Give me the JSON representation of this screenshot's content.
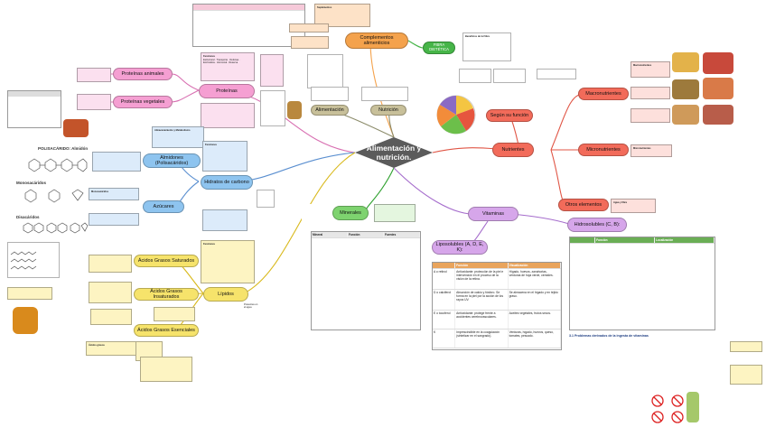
{
  "center": {
    "title": "Alimentación y nutrición."
  },
  "branches": {
    "proteinas": "Proteínas",
    "proteinas_animales": "Proteínas animales",
    "proteinas_vegetales": "Proteínas vegetales",
    "almidones": "Almidones (Polisacáridos)",
    "azucares": "Azúcares",
    "hidratos": "Hidratos de carbono",
    "lipidos": "Lípidos",
    "ag_saturados": "Ácidos Grasos Saturados",
    "ag_insaturados": "Ácidos Grasos Insaturados",
    "ag_esenciales": "Ácidos Grasos Esenciales",
    "complementos": "Complementos alimenticios",
    "fibra": "FIBRA DIETÉTICA",
    "alimentacion": "Alimentación",
    "nutricion": "Nutrición",
    "segun_funcion": "Según su función",
    "nutrientes": "Nutrientes",
    "macronutrientes": "Macronutrientes",
    "micronutrientes": "Micronutrientes",
    "otros": "Otros elementos",
    "minerales": "Minerales",
    "vitaminas": "Vitaminas",
    "liposolubles": "Liposolubles (A, D, E, K):",
    "hidrosolubles": "Hidrosolubles (C, B):"
  },
  "side_labels": {
    "polisacarido": "POLISACÁRIDO: Almidón",
    "monosacaridos": "Monosacáridos",
    "disacaridos": "Disacáridos",
    "lipidos_note": "Presentes en el agua"
  },
  "notes": {
    "proteinas_note_title": "Funciones",
    "proteinas_note": "Estructural · Transporte · Defensa · Enzimática · Hormonal · Reserva",
    "almidones_note_title": "Almacenamiento y Metabolismo",
    "azucares_note_title": "Monosacáridos",
    "hidratos_note_title": "Funciones",
    "complementos_note_title": "Suplementos",
    "fibra_note_title": "Beneficios de la Fibra",
    "lipidos_note_title": "Funciones",
    "ag_note_title": "Ácidos grasos",
    "macro_note_title": "Macronutrientes",
    "micro_note_title": "Micronutrientes",
    "otros_note_title": "Agua y fibra"
  },
  "minerals_table": {
    "headers": [
      "Mineral",
      "Función",
      "Fuentes"
    ]
  },
  "vit_lipo_table": {
    "headers": [
      "",
      "Función",
      "Visualización"
    ],
    "rows": [
      [
        "A o retinol",
        "Antioxidante: protección de la piel e intervención en el proceso de la visión de la retina.",
        "Hígado, huevos, zanahorias, verduras de hoja verde, cereales."
      ],
      [
        "D o calciferol",
        "Absorción de calcio y fósforo. Se forma en la piel por la acción de los rayos UV.",
        "Se almacena en el hígado y en tejido graso."
      ],
      [
        "E o tocoferol",
        "Antioxidante: protege frente a accidentes cerebrovasculares.",
        "Aceites vegetales, frutos secos."
      ],
      [
        "K",
        "Imprescindible en la coagulación (sintetizar en el sangrado).",
        "Verduras, hígado, huevos, queso, tomates, pescado."
      ]
    ]
  },
  "vit_hidro_table": {
    "headers": [
      "",
      "Función",
      "Localización"
    ]
  },
  "bottom": {
    "heading": "3.1 Problemas derivados de la ingesta de vitaminas"
  },
  "colors": {
    "center": "#5b5b5b",
    "pink": "#f59fd2",
    "yellow": "#f6e36b",
    "blue": "#8ec4ef",
    "red": "#f26b5a",
    "orange": "#f4a24c",
    "violet": "#d6a6ea",
    "green": "#46b548"
  }
}
